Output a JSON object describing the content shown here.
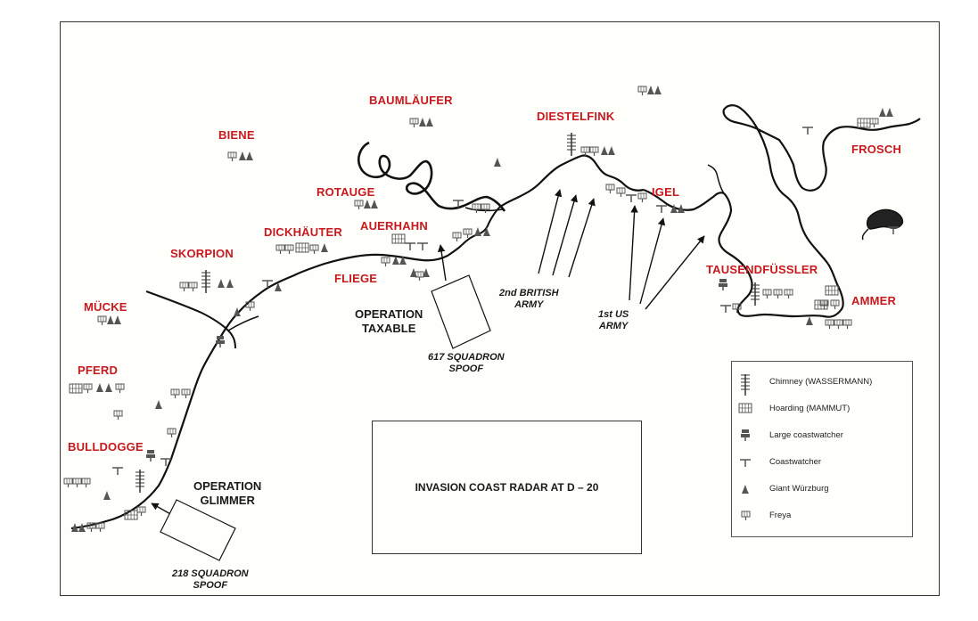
{
  "map": {
    "sites": {
      "baumlaufer": "BAUMLÄUFER",
      "biene": "BIENE",
      "diestelfink": "DIESTELFINK",
      "frosch": "FROSCH",
      "rotauge": "ROTAUGE",
      "igel": "IGEL",
      "dickhauter": "DICKHÄUTER",
      "auerhahn": "AUERHAHN",
      "skorpion": "SKORPION",
      "fliege": "FLIEGE",
      "tausendfussler": "TAUSENDFÜSSLER",
      "mucke": "MÜCKE",
      "ammer": "AMMER",
      "pferd": "PFERD",
      "bulldogge": "BULLDOGGE"
    },
    "operations": {
      "taxable_line1": "OPERATION",
      "taxable_line2": "TAXABLE",
      "glimmer_line1": "OPERATION",
      "glimmer_line2": "GLIMMER",
      "sq617_line1": "617 SQUADRON",
      "sq617_line2": "SPOOF",
      "sq218_line1": "218 SQUADRON",
      "sq218_line2": "SPOOF"
    },
    "armies": {
      "british_line1": "2nd BRITISH",
      "british_line2": "ARMY",
      "us_line1": "1st US",
      "us_line2": "ARMY"
    },
    "title": "INVASION COAST RADAR AT D – 20",
    "legend": [
      {
        "icon": "chimney-icon",
        "label": "Chimney (WASSERMANN)"
      },
      {
        "icon": "hoarding-icon",
        "label": "Hoarding (MAMMUT)"
      },
      {
        "icon": "large-coastwatcher-icon",
        "label": "Large coastwatcher"
      },
      {
        "icon": "coastwatcher-icon",
        "label": "Coastwatcher"
      },
      {
        "icon": "giant-wurzburg-icon",
        "label": "Giant Würzburg"
      },
      {
        "icon": "freya-icon",
        "label": "Freya"
      }
    ],
    "colors": {
      "site_label": "#c8191e",
      "coast": "#111111"
    }
  }
}
